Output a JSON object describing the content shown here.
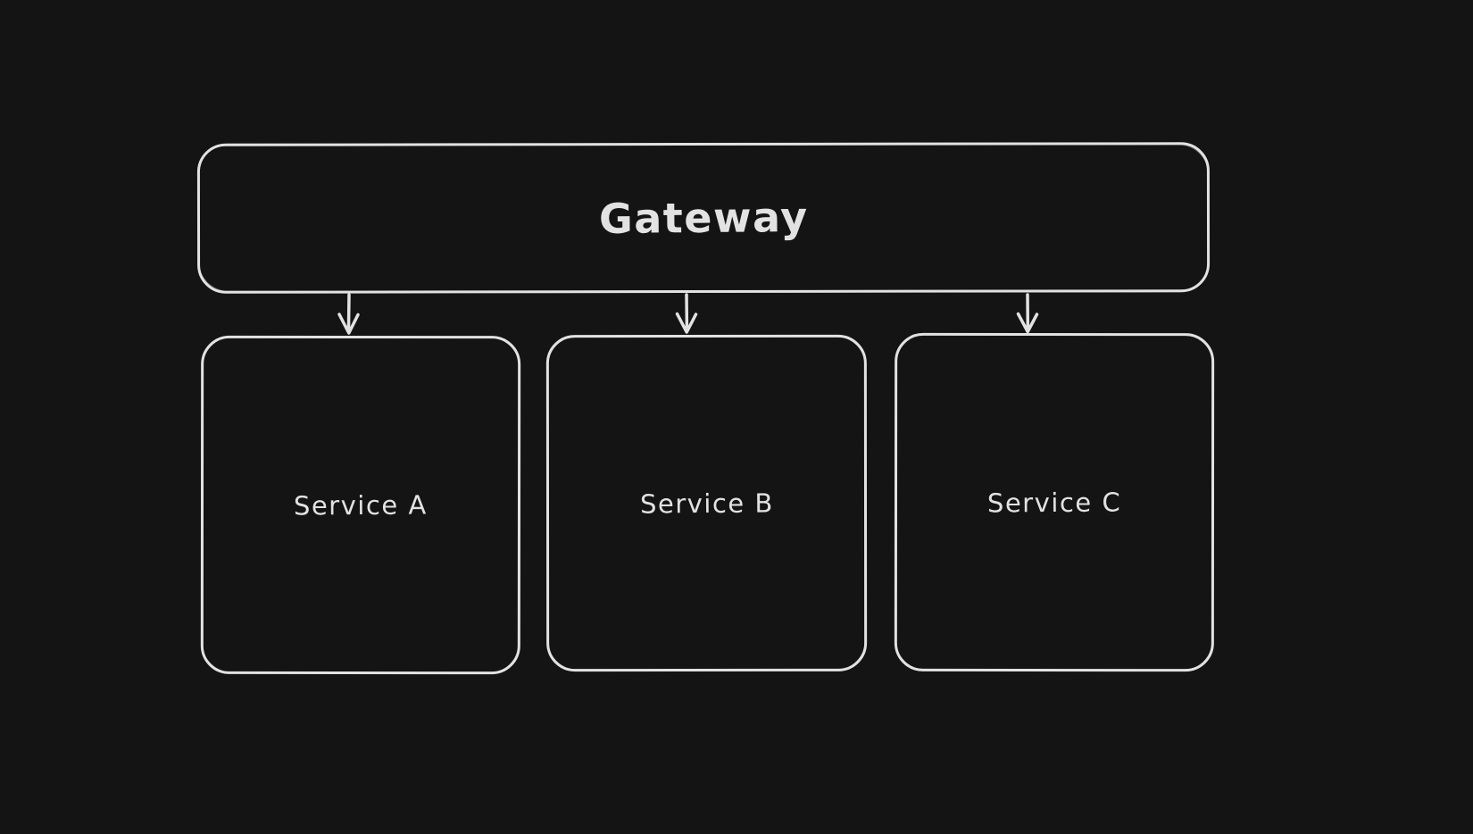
{
  "diagram": {
    "colors": {
      "background": "#141414",
      "stroke": "#e2e2e2",
      "text": "#e2e2e2"
    },
    "nodes": [
      {
        "id": "gateway",
        "label": "Gateway",
        "shape": "rounded-rectangle"
      },
      {
        "id": "service-a",
        "label": "Service A",
        "shape": "rounded-rectangle"
      },
      {
        "id": "service-b",
        "label": "Service B",
        "shape": "rounded-rectangle"
      },
      {
        "id": "service-c",
        "label": "Service C",
        "shape": "rounded-rectangle"
      }
    ],
    "edges": [
      {
        "from": "gateway",
        "to": "service-a",
        "style": "arrow-down"
      },
      {
        "from": "gateway",
        "to": "service-b",
        "style": "arrow-down"
      },
      {
        "from": "gateway",
        "to": "service-c",
        "style": "arrow-down"
      }
    ]
  }
}
